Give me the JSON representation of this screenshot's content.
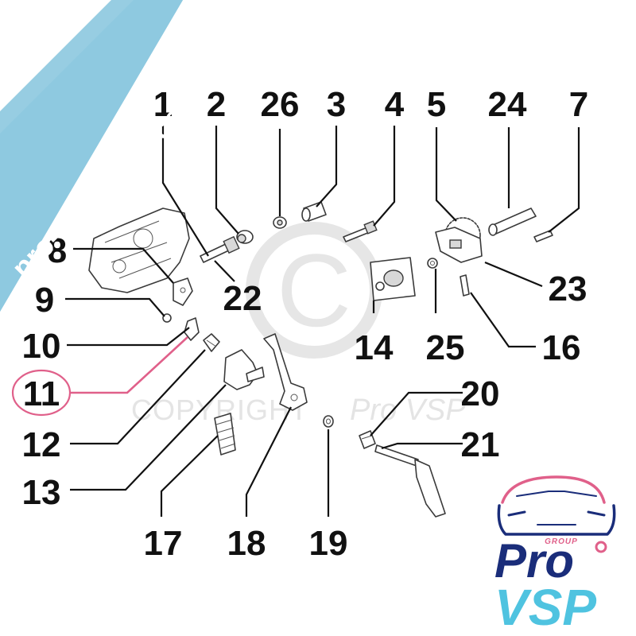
{
  "watermark": {
    "banner": "pro-piece-vsp.com",
    "copyright": "COPYRIGHT",
    "copyright_brand": "Pro VSP",
    "copyright_symbol": "C"
  },
  "logo": {
    "group": "GROUP",
    "line1": "Pro",
    "line2": "VSP"
  },
  "colors": {
    "banner": "#8ec9e0",
    "highlight": "#e0608a",
    "logo_blue": "#1a2d7a",
    "logo_pink": "#e0608a",
    "logo_cyan": "#4fc3e0",
    "watermark_grey": "#e4e4e4"
  },
  "highlighted_callout": "11",
  "callouts": {
    "c1": "1",
    "c2": "2",
    "c3": "3",
    "c4": "4",
    "c5": "5",
    "c7": "7",
    "c8": "8",
    "c9": "9",
    "c10": "10",
    "c11": "11",
    "c12": "12",
    "c13": "13",
    "c14": "14",
    "c16": "16",
    "c17": "17",
    "c18": "18",
    "c19": "19",
    "c20": "20",
    "c21": "21",
    "c22": "22",
    "c23": "23",
    "c24": "24",
    "c25": "25",
    "c26": "26"
  }
}
